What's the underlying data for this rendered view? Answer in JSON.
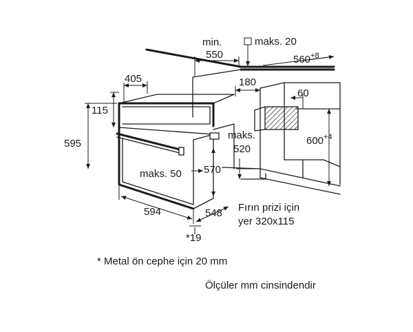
{
  "labels": {
    "min": "min.",
    "d550": "550",
    "maks20": "maks. 20",
    "d560": "560",
    "d560_tol": "+8",
    "d405": "405",
    "d180": "180",
    "d60": "60",
    "d115": "115",
    "d595": "595",
    "d600": "600",
    "d600_tol": "+4",
    "maks": "maks.",
    "d520": "520",
    "maks50": "maks. 50",
    "d570": "570",
    "d594": "594",
    "d548": "548",
    "socket_line1": "Fırın prizi için",
    "socket_line2": "yer 320x115",
    "star19": "*19"
  },
  "notes": {
    "metal_front": "* Metal ön cephe için 20 mm",
    "units": "Ölçüler mm cinsindendir"
  },
  "colors": {
    "line": "#1a1a1a",
    "background": "#ffffff"
  }
}
